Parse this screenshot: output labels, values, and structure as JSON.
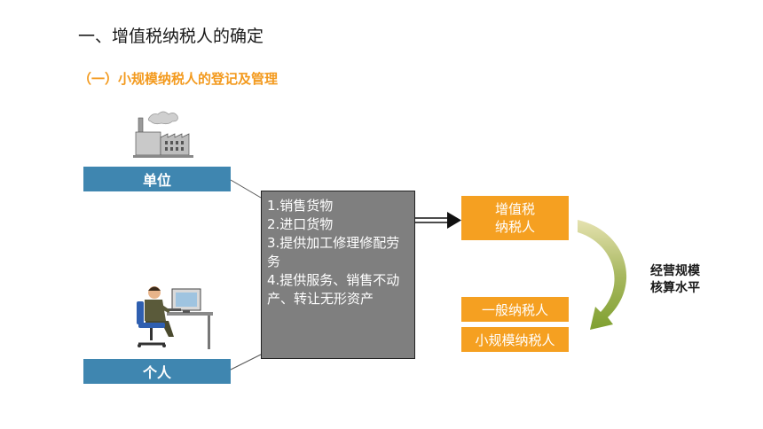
{
  "title": "一、增值税纳税人的确定",
  "subtitle": "（一）小规模纳税人的登记及管理",
  "left": {
    "unit_label": "单位",
    "person_label": "个人"
  },
  "scope_items": [
    "1.销售货物",
    "2.进口货物",
    "3.提供加工修理修配劳务",
    "4.提供服务、销售不动产、转让无形资产"
  ],
  "right": {
    "vat_taxpayer": [
      "增值税",
      "纳税人"
    ],
    "general_taxpayer": "一般纳税人",
    "small_taxpayer": "小规模纳税人",
    "criteria": [
      "经营规模",
      "核算水平"
    ]
  },
  "colors": {
    "blue": "#3f86b0",
    "orange": "#f5a021",
    "gray": "#7f7f7f",
    "green": "#8aa63a"
  },
  "icons": [
    "factory-icon",
    "person-at-computer-icon"
  ]
}
